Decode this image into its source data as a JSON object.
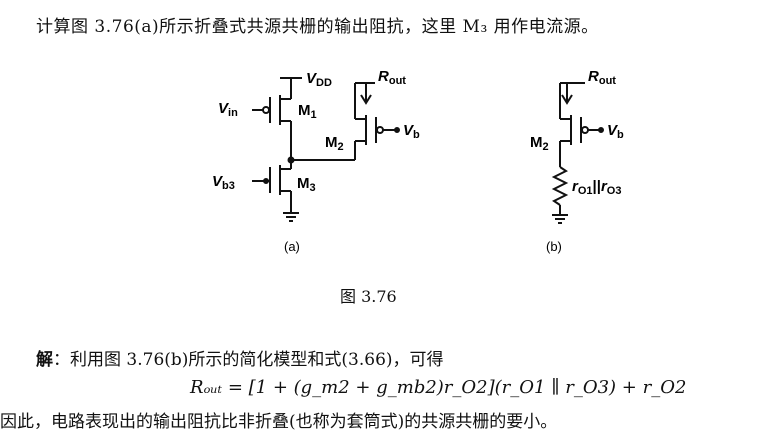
{
  "problem": {
    "text": "计算图 3.76(a)所示折叠式共源共栅的输出阻抗，这里 M₃ 用作电流源。"
  },
  "figure": {
    "circuit_a": {
      "vdd": "V",
      "vdd_sub": "DD",
      "vin": "V",
      "vin_sub": "in",
      "m1": "M",
      "m1_sub": "1",
      "vb3": "V",
      "vb3_sub": "b3",
      "m3": "M",
      "m3_sub": "3",
      "m2": "M",
      "m2_sub": "2",
      "vb": "V",
      "vb_sub": "b",
      "rout": "R",
      "rout_sub": "out",
      "sub_label": "(a)"
    },
    "circuit_b": {
      "rout": "R",
      "rout_sub": "out",
      "m2": "M",
      "m2_sub": "2",
      "vb": "V",
      "vb_sub": "b",
      "r_o1": "r",
      "r_o1_sub": "O1",
      "parallel": "||",
      "r_o3": "r",
      "r_o3_sub": "O3",
      "sub_label": "(b)"
    },
    "caption": "图 3.76"
  },
  "solution": {
    "lead": "解",
    "text": "：利用图 3.76(b)所示的简化模型和式(3.66)，可得"
  },
  "equation": {
    "text": "Rₒᵤₜ = [1 + (g_m2 + g_mb2)r_O2](r_O1 ∥ r_O3) + r_O2"
  },
  "conclusion": {
    "text": "因此，电路表现出的输出阻抗比非折叠(也称为套筒式)的共源共栅的要小。"
  }
}
